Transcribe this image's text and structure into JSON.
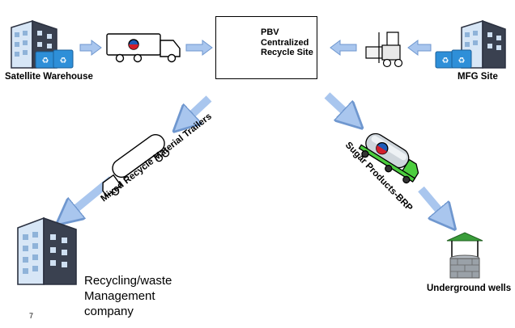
{
  "labels": {
    "satellite": "Satellite Warehouse",
    "mfg": "MFG Site",
    "center_title_1": "PBV",
    "center_title_2": "Centralized",
    "center_title_3": "Recycle Site",
    "mixed": "Mixed Recycle Material Trailers",
    "sugar": "Sugar Products-BRP",
    "wells": "Underground wells",
    "mgmt_1": "Recycling/waste",
    "mgmt_2": "Management",
    "mgmt_3": "company",
    "page_number": "7"
  },
  "colors": {
    "arrow_fill": "#a9c6ee",
    "arrow_stroke": "#6f97cf",
    "building_dark": "#3a4150",
    "building_light": "#d7e6f6",
    "bin_blue": "#2e8fd8",
    "truck_green": "#4ccd3e",
    "well_green": "#3a9d3a"
  }
}
